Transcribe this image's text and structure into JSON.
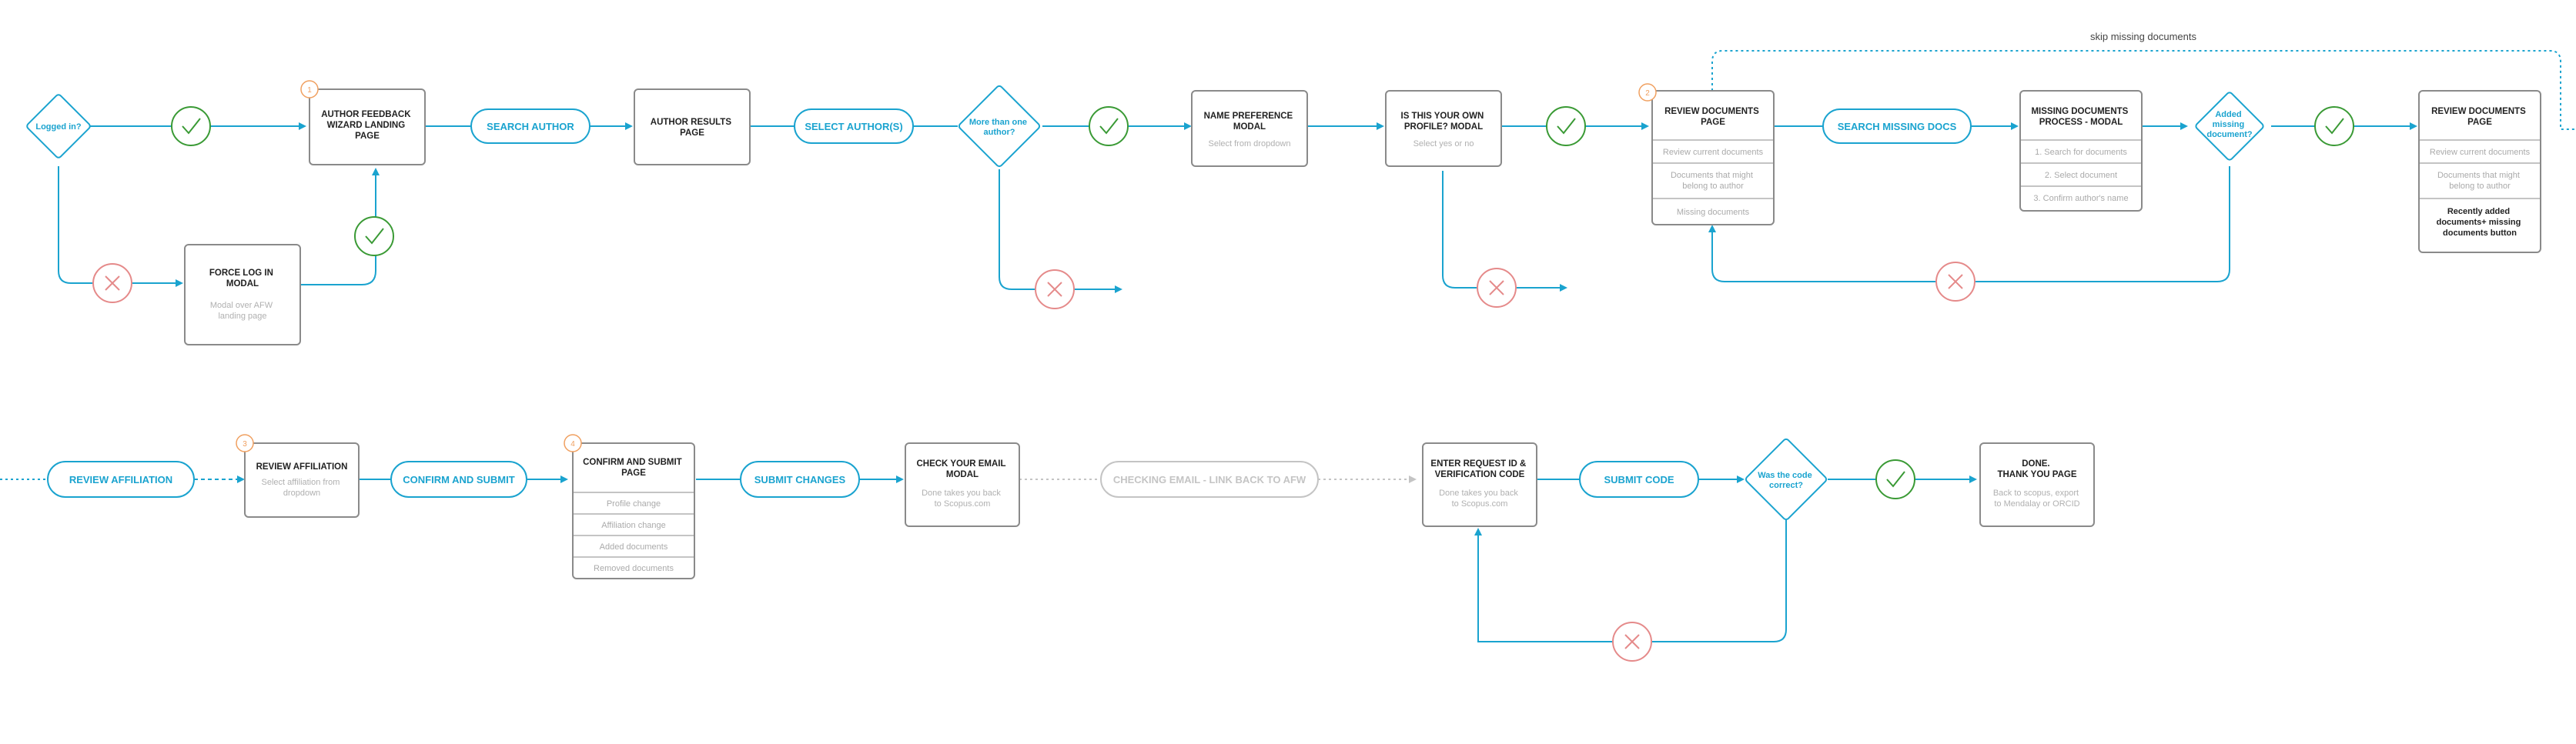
{
  "colors": {
    "flow": "#1aa3cf",
    "box_border": "#8a8a8a",
    "success": "#3a9a35",
    "failure": "#e58a8a",
    "step_badge": "#f0a060",
    "inactive": "#c4c4c4"
  },
  "decisions": {
    "logged_in": [
      "Logged in?"
    ],
    "more_than_one": [
      "More than one",
      "author?"
    ],
    "added_missing": [
      "Added",
      "missing",
      "document?"
    ],
    "code_correct": [
      "Was the code",
      "correct?"
    ]
  },
  "actions": {
    "search_author": "SEARCH AUTHOR",
    "select_authors": "SELECT AUTHOR(S)",
    "search_missing_docs": "SEARCH MISSING DOCS",
    "review_affiliation": "REVIEW AFFILIATION",
    "confirm_and_submit": "CONFIRM AND SUBMIT",
    "submit_changes": "SUBMIT CHANGES",
    "checking_email": "CHECKING EMAIL - LINK BACK TO AFW",
    "submit_code": "SUBMIT CODE"
  },
  "pages": {
    "afw_landing": {
      "title": [
        "AUTHOR FEEDBACK",
        "WIZARD LANDING",
        "PAGE"
      ],
      "step": "1"
    },
    "force_login": {
      "title": [
        "FORCE LOG IN",
        "MODAL"
      ],
      "sub": [
        "Modal over AFW",
        "landing page"
      ]
    },
    "author_results": {
      "title": [
        "AUTHOR RESULTS",
        "PAGE"
      ]
    },
    "name_pref": {
      "title": [
        "NAME PREFERENCE",
        "MODAL"
      ],
      "sub": [
        "Select from dropdown"
      ]
    },
    "own_profile": {
      "title": [
        "IS THIS YOUR OWN",
        "PROFILE? MODAL"
      ],
      "sub": [
        "Select yes or no"
      ]
    },
    "review_docs_1": {
      "title": [
        "REVIEW DOCUMENTS",
        "PAGE"
      ],
      "step": "2",
      "rows": [
        [
          "Review current documents"
        ],
        [
          "Documents that might",
          "belong to author"
        ],
        [
          "Missing documents"
        ]
      ]
    },
    "missing_docs": {
      "title": [
        "MISSING DOCUMENTS",
        "PROCESS - MODAL"
      ],
      "rows": [
        [
          "1. Search for documents"
        ],
        [
          "2. Select document"
        ],
        [
          "3. Confirm author's name"
        ]
      ]
    },
    "review_docs_2": {
      "title": [
        "REVIEW DOCUMENTS",
        "PAGE"
      ],
      "rows": [
        [
          "Review current documents"
        ],
        [
          "Documents that might",
          "belong to author"
        ]
      ],
      "highlight": [
        "Recently added",
        "documents+ missing",
        "documents button"
      ]
    },
    "review_affiliation": {
      "title": [
        "REVIEW AFFILIATION"
      ],
      "sub": [
        "Select affiliation from",
        "dropdown"
      ],
      "step": "3"
    },
    "confirm_submit": {
      "title": [
        "CONFIRM AND SUBMIT",
        "PAGE"
      ],
      "step": "4",
      "rows": [
        [
          "Profile change"
        ],
        [
          "Affiliation change"
        ],
        [
          "Added documents"
        ],
        [
          "Removed documents"
        ]
      ]
    },
    "check_email": {
      "title": [
        "CHECK YOUR EMAIL",
        "MODAL"
      ],
      "sub": [
        "Done takes you back",
        "to Scopus.com"
      ]
    },
    "verify_code": {
      "title": [
        "ENTER REQUEST ID &",
        "VERIFICATION CODE"
      ],
      "sub": [
        "Done takes you back",
        "to Scopus.com"
      ]
    },
    "done": {
      "title": [
        "DONE.",
        "THANK YOU PAGE"
      ],
      "sub": [
        "Back to scopus, export",
        "to Mendalay or ORCID"
      ]
    }
  },
  "annotations": {
    "skip_missing": "skip missing documents"
  }
}
